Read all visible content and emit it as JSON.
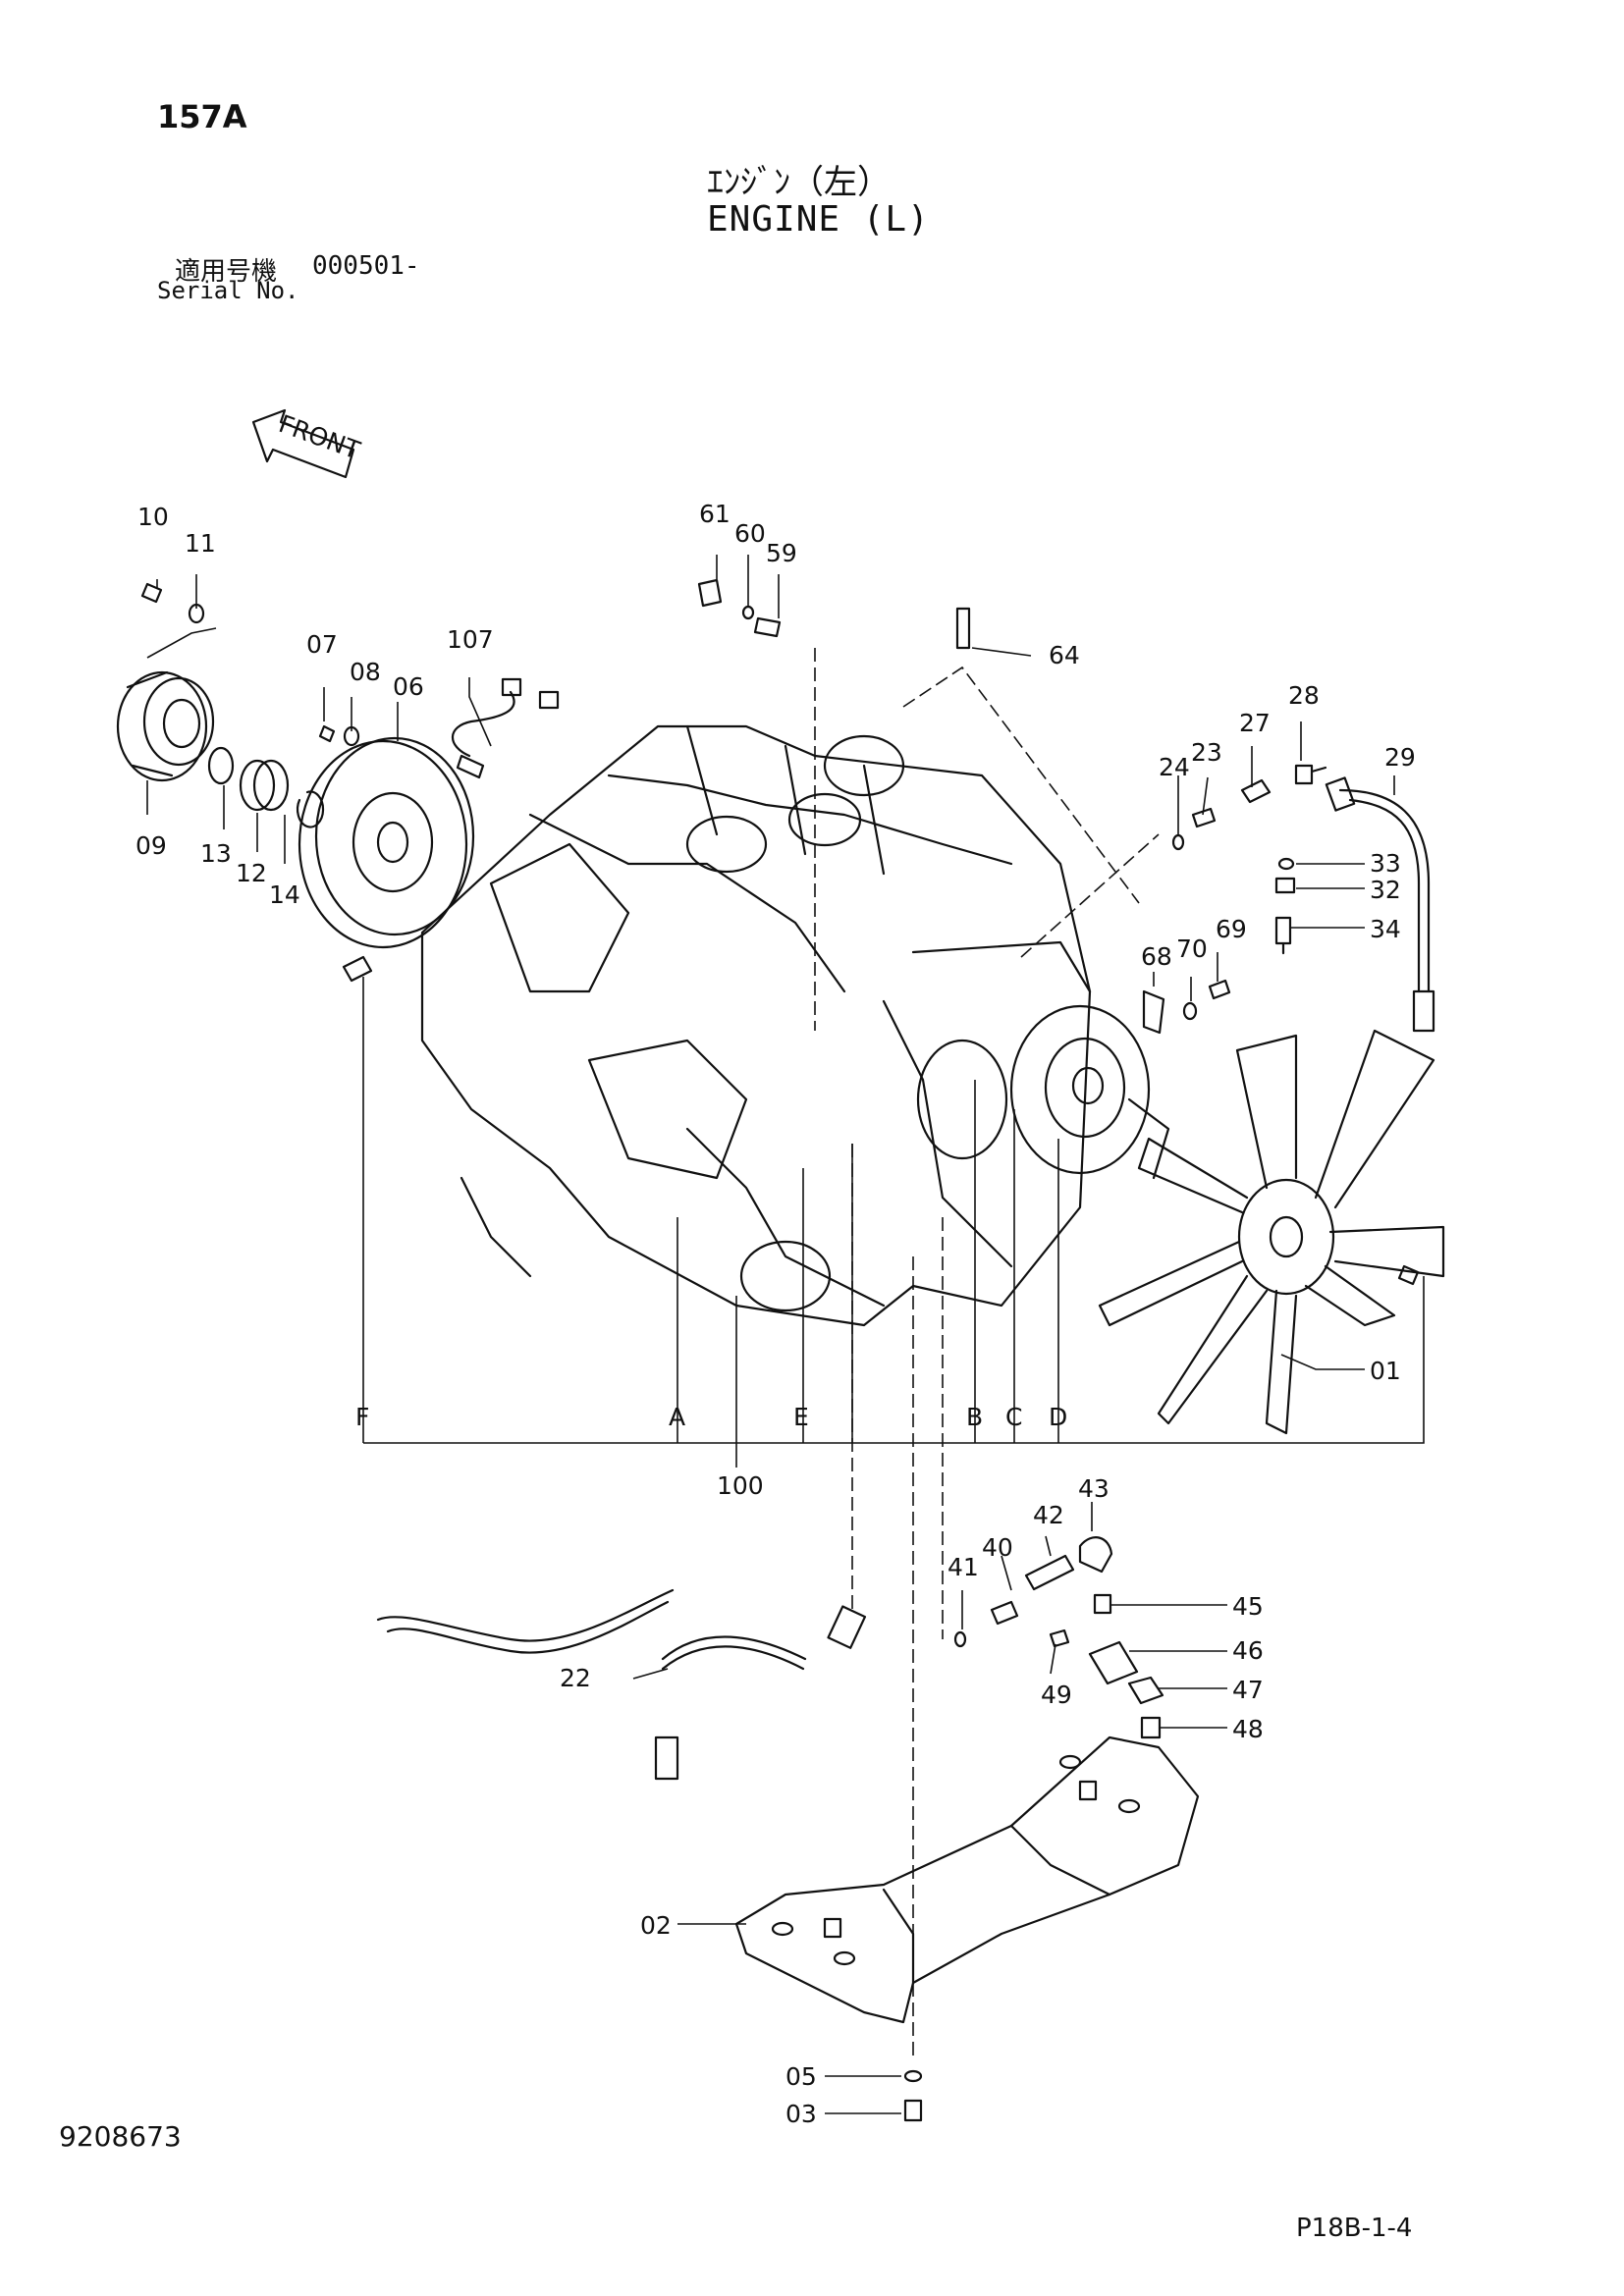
{
  "header": {
    "page_code": "157A",
    "title_jp": "ｴﾝｼﾞﾝ（左）",
    "title_en": "ENGINE (L)",
    "serial_label_jp": "適用号機",
    "serial_value": "000501-",
    "serial_label_en": "Serial No."
  },
  "footer": {
    "doc_number": "9208673",
    "page_ref": "P18B-1-4"
  },
  "direction_marker": "FRONT",
  "part_numbers": [
    "01",
    "02",
    "03",
    "05",
    "06",
    "07",
    "08",
    "09",
    "10",
    "11",
    "12",
    "13",
    "14",
    "22",
    "23",
    "24",
    "27",
    "28",
    "29",
    "32",
    "33",
    "34",
    "40",
    "41",
    "42",
    "43",
    "45",
    "46",
    "47",
    "48",
    "49",
    "59",
    "60",
    "61",
    "64",
    "68",
    "69",
    "70",
    "100",
    "107"
  ],
  "connection_letters": [
    "F",
    "A",
    "E",
    "B",
    "C",
    "D"
  ]
}
